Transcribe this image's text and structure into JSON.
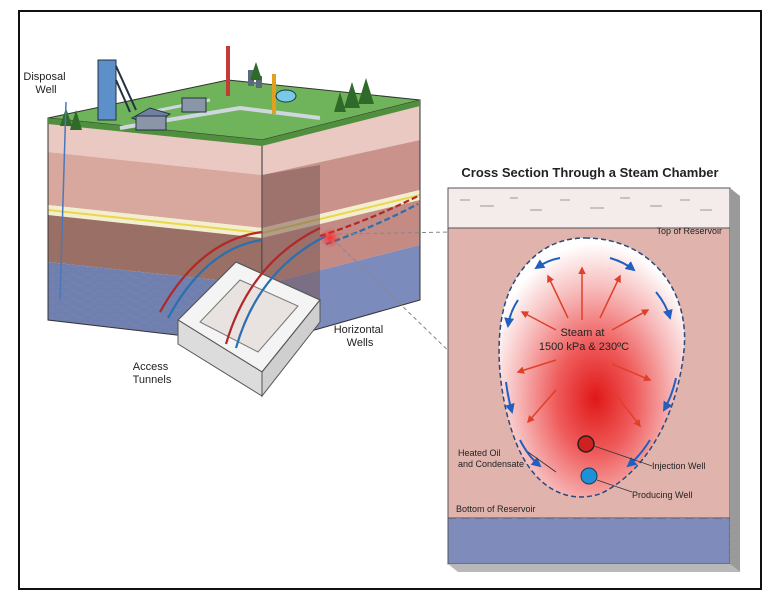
{
  "labels": {
    "disposal_well": [
      "Disposal",
      "Well"
    ],
    "access_tunnels": [
      "Access",
      "Tunnels"
    ],
    "horizontal_wells": [
      "Horizontal",
      "Wells"
    ]
  },
  "cross_section": {
    "title": "Cross Section Through a Steam Chamber",
    "top_of_reservoir": "Top of Reservoir",
    "bottom_of_reservoir": "Bottom of Reservoir",
    "steam_text": [
      "Steam at",
      "1500 kPa & 230ºC"
    ],
    "heated_oil": [
      "Heated Oil",
      "and Condensate"
    ],
    "injection_well": "Injection Well",
    "producing_well": "Producing Well"
  },
  "colors": {
    "grass": "#6fb35a",
    "reservoir": "#e0b4ad",
    "steam_core": "#e01818",
    "arrow_red": "#e0402a",
    "arrow_blue": "#2060c0",
    "producing_well": "#1e90d6"
  }
}
